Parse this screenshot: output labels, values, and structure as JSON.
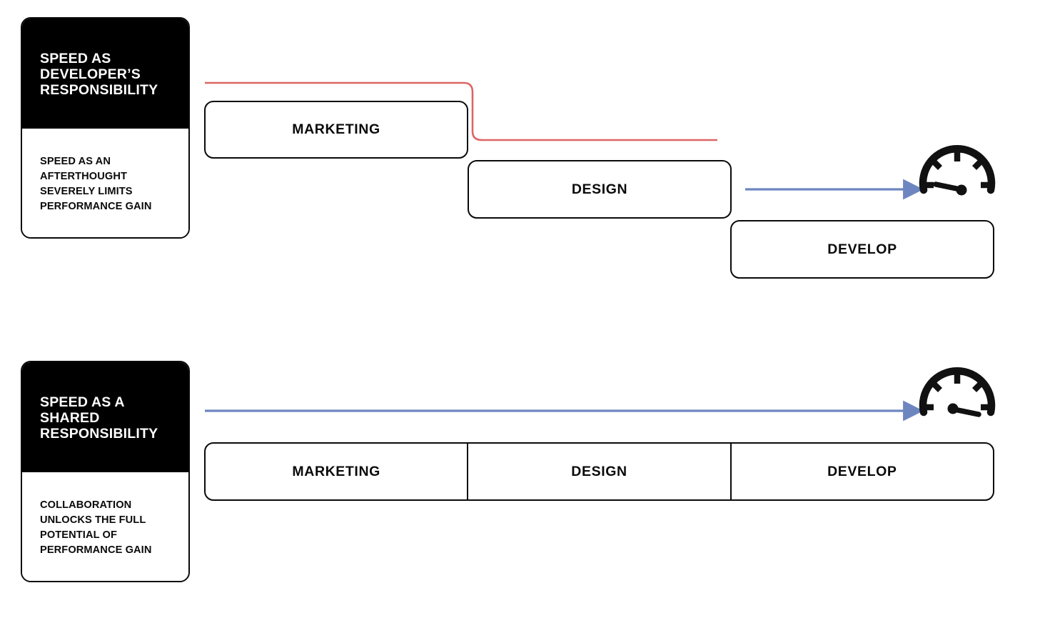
{
  "diagram": {
    "title_visible": false,
    "colors": {
      "ink": "#0a0a0a",
      "card_header_bg": "#000000",
      "card_header_text": "#ffffff",
      "red_path": "#dd6565",
      "blue_arrow": "#6e86c0",
      "page_background": "#ffffff"
    }
  },
  "sections": [
    {
      "id": "developer-responsibility",
      "card": {
        "heading": "SPEED AS\nDEVELOPER’S\nRESPONSIBILITY",
        "body": "SPEED AS AN\nAFTERTHOUGHT\nSEVERELY LIMITS\nPERFORMANCE GAIN"
      },
      "stages": [
        {
          "label": "MARKETING"
        },
        {
          "label": "DESIGN"
        },
        {
          "label": "DEVELOP"
        }
      ],
      "connectors": [
        {
          "kind": "red-step-line",
          "arrowhead": false
        },
        {
          "kind": "blue-arrow",
          "arrowhead": true
        }
      ],
      "gauge": {
        "name": "speedometer-low",
        "needle": "low"
      }
    },
    {
      "id": "shared-responsibility",
      "card": {
        "heading": "SPEED AS A\nSHARED\nRESPONSIBILITY",
        "body": "COLLABORATION\nUNLOCKS THE FULL\nPOTENTIAL OF\nPERFORMANCE GAIN"
      },
      "stages": [
        {
          "label": "MARKETING"
        },
        {
          "label": "DESIGN"
        },
        {
          "label": "DEVELOP"
        }
      ],
      "connectors": [
        {
          "kind": "blue-arrow",
          "arrowhead": true
        }
      ],
      "gauge": {
        "name": "speedometer-high",
        "needle": "high"
      }
    }
  ]
}
